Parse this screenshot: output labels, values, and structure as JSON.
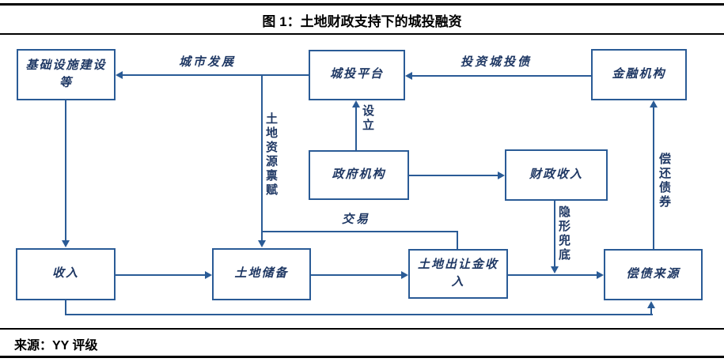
{
  "figure": {
    "title": "图 1：土地财政支持下的城投融资",
    "source": "来源：YY 评级"
  },
  "colors": {
    "connector_blue": "#2a5b96",
    "label_navy": "#1f3864",
    "rule_black": "#000000"
  },
  "nodes": {
    "infrastructure": {
      "label": "基础设施建设等"
    },
    "chengtou_platform": {
      "label": "城投平台"
    },
    "financial_institution": {
      "label": "金融机构"
    },
    "government_agency": {
      "label": "政府机构"
    },
    "fiscal_revenue": {
      "label": "财政收入"
    },
    "income": {
      "label": "收入"
    },
    "land_reserve": {
      "label": "土地储备"
    },
    "land_sale_income": {
      "label": "土地出让金收入"
    },
    "debt_repayment_source": {
      "label": "偿债来源"
    }
  },
  "edges": {
    "urban_development": {
      "label": "城市发展"
    },
    "invest_chengtou_bonds": {
      "label": "投资城投债"
    },
    "land_resource_endowment": {
      "label": "土地资源禀赋"
    },
    "establish": {
      "label": "设立"
    },
    "transaction": {
      "label": "交易"
    },
    "implicit_backstop": {
      "label": "隐形兜底"
    },
    "repay_bonds": {
      "label": "偿还债券"
    }
  }
}
